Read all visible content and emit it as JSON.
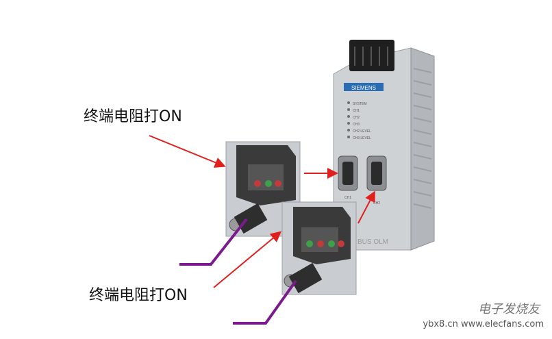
{
  "annotations": {
    "top_label": "终端电阻打ON",
    "bottom_label": "终端电阻打ON"
  },
  "device": {
    "brand": "SIEMENS",
    "leds": [
      "SYSTEM",
      "CH1",
      "CH2",
      "CH3",
      "CH2 LEVEL",
      "CH3 LEVEL"
    ],
    "port_labels": [
      "CH1",
      "CH2"
    ],
    "side_text": "BUS OLM"
  },
  "watermark": {
    "site": "ybx8.cn",
    "brand": "电子发烧友",
    "url": "www.elecfans.com"
  },
  "colors": {
    "arrow": "#e0201c",
    "cable": "#7a1a8c",
    "housing": "#d7d9db",
    "connector": "#3a3a3a",
    "brand_blue": "#2a6db5"
  }
}
